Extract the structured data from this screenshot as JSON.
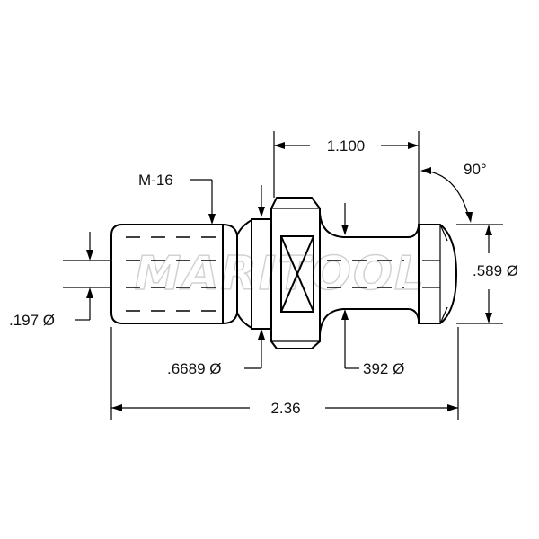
{
  "watermark": {
    "text": "MARITOOL"
  },
  "dimensions": {
    "thread": "M-16",
    "length_top": "1.100",
    "angle": "90°",
    "flange_dia": ".589 Ø",
    "end_dia": ".197 Ø",
    "collar_dia": ".6689 Ø",
    "shank_dia": "392 Ø",
    "overall_length": "2.36"
  }
}
